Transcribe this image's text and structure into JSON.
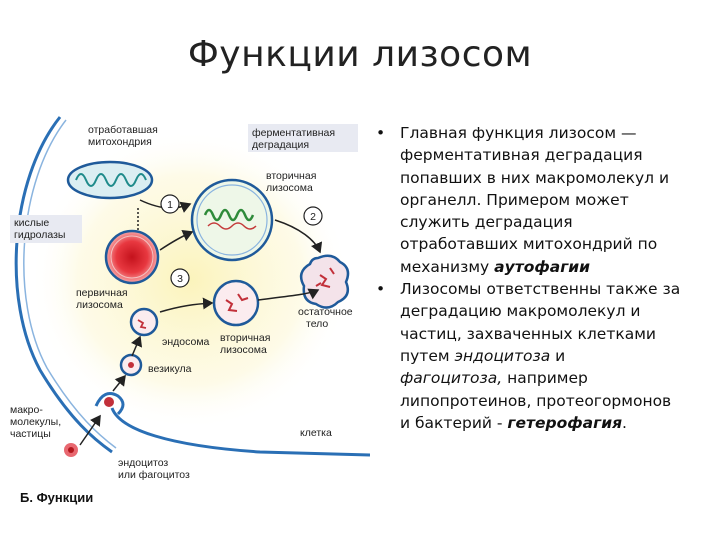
{
  "slide": {
    "title": "Функции лизосом"
  },
  "diagram": {
    "labels": {
      "spent_mito_1": "отработавшая",
      "spent_mito_2": "митохондрия",
      "enzymatic_1": "ферментативная",
      "enzymatic_2": "деградация",
      "secondary_top_1": "вторичная",
      "secondary_top_2": "лизосома",
      "acid_1": "кислые",
      "acid_2": "гидролазы",
      "primary_1": "первичная",
      "primary_2": "лизосома",
      "residual_1": "остаточное",
      "residual_2": "тело",
      "endosome": "эндосома",
      "secondary_bot_1": "вторичная",
      "secondary_bot_2": "лизосома",
      "vesicle": "везикула",
      "macro_1": "макро-",
      "macro_2": "молекулы,",
      "macro_3": "частицы",
      "cell": "клетка",
      "endo_1": "эндоцитоз",
      "endo_2": "или фагоцитоз",
      "caption": "Б. Функции",
      "step1": "1",
      "step2": "2",
      "step3": "3"
    },
    "colors": {
      "membrane_blue": "#2a6fb5",
      "label_box": "#e8eaf2",
      "primary_red": "#e8303a",
      "glow_yellow": "#fbf5c9",
      "mito_teal": "#1f8b8b"
    }
  },
  "bullets": [
    {
      "symbol": "•",
      "lines": [
        [
          {
            "t": "Главная функция лизосом —"
          }
        ],
        [
          {
            "t": "ферментативная деградация"
          }
        ],
        [
          {
            "t": "попавших в них макромолекул и"
          }
        ],
        [
          {
            "t": "органелл. Примером может"
          }
        ],
        [
          {
            "t": "служить деградация"
          }
        ],
        [
          {
            "t": "отработавших митохондрий по"
          }
        ],
        [
          {
            "t": "механизму "
          },
          {
            "t": "аутофагии",
            "s": "bi"
          }
        ]
      ]
    },
    {
      "symbol": "•",
      "lines": [
        [
          {
            "t": "Лизосомы ответственны также за"
          }
        ],
        [
          {
            "t": "деградацию макромолекул и"
          }
        ],
        [
          {
            "t": "частиц, захваченных клетками"
          }
        ],
        [
          {
            "t": "путем "
          },
          {
            "t": "эндоцитоза",
            "s": "i"
          },
          {
            "t": " и"
          }
        ],
        [
          {
            "t": "фагоцитоза,",
            "s": "i"
          },
          {
            "t": " например"
          }
        ],
        [
          {
            "t": "липопротеинов, протеогормонов"
          }
        ],
        [
          {
            "t": "и бактерий - "
          },
          {
            "t": "гетерофагия",
            "s": "bi"
          },
          {
            "t": "."
          }
        ]
      ]
    }
  ]
}
